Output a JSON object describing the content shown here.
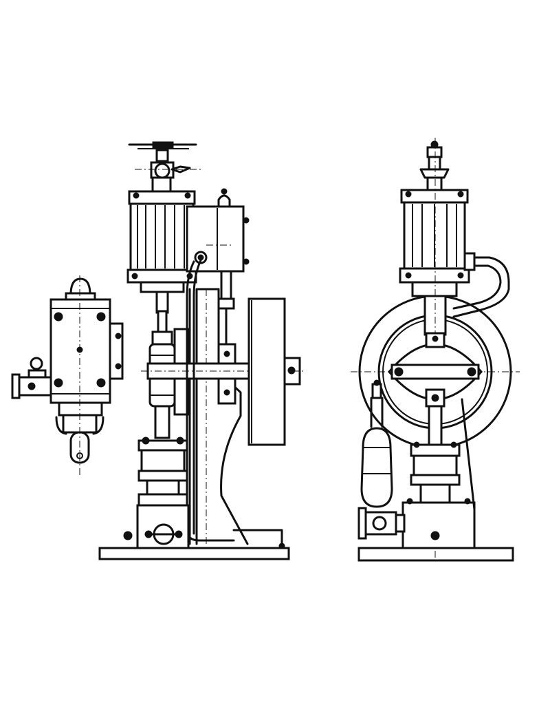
{
  "figure": {
    "background": "#ffffff",
    "ink": "#111111",
    "views": [
      {
        "id": "detail-view",
        "subject": "cylinder-head-detail"
      },
      {
        "id": "side-elevation",
        "subject": "vertical-steam-engine-side"
      },
      {
        "id": "front-elevation",
        "subject": "vertical-steam-engine-front"
      }
    ]
  }
}
